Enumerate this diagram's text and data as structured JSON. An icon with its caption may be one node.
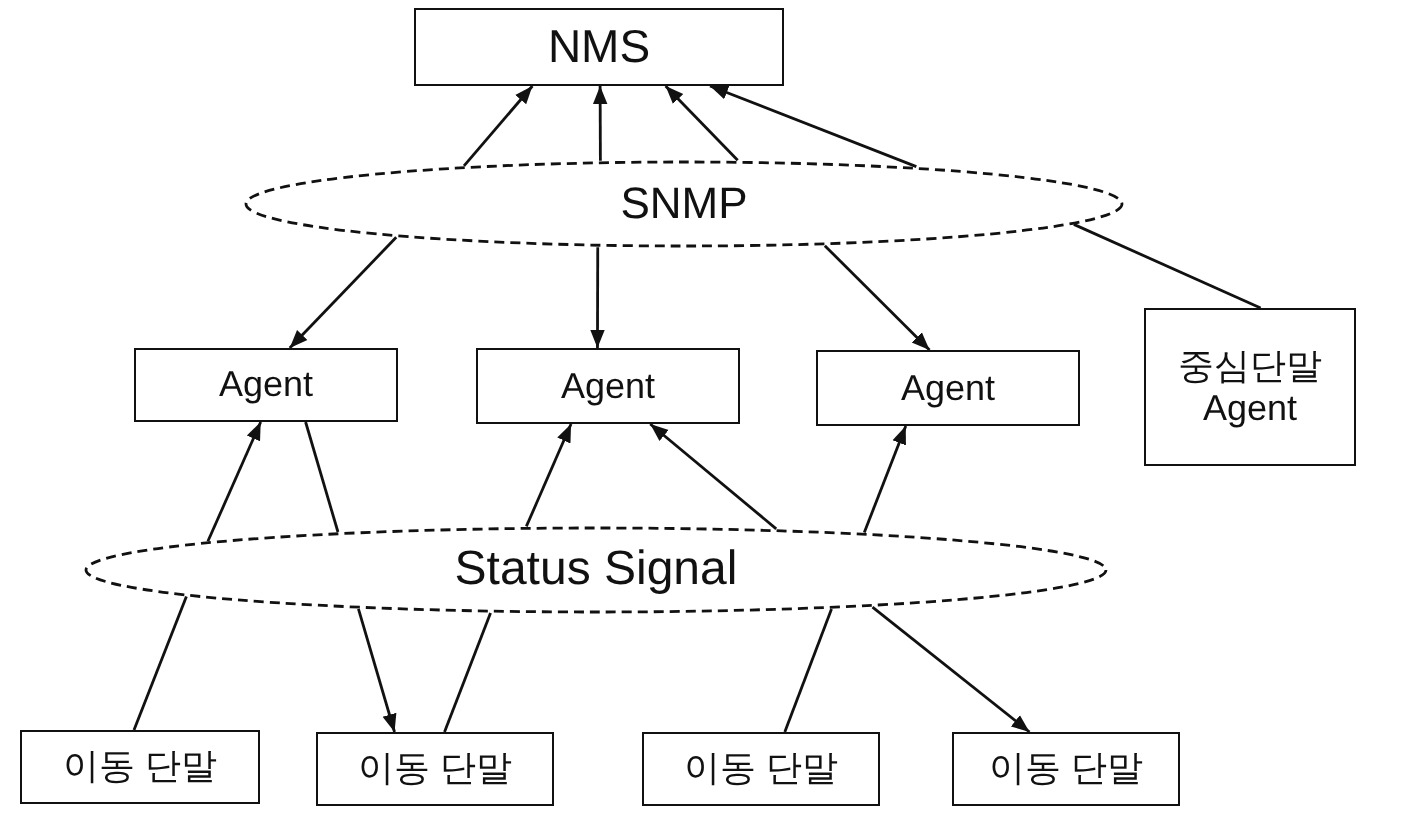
{
  "diagram": {
    "nodes": [
      {
        "text": [
          "NMS"
        ]
      },
      {
        "text": [
          "SNMP"
        ]
      },
      {
        "text": [
          "Agent"
        ]
      },
      {
        "text": [
          "Agent"
        ]
      },
      {
        "text": [
          "Agent"
        ]
      },
      {
        "text": [
          "중심단말 Agent"
        ]
      },
      {
        "text": [
          "Status Signal"
        ]
      },
      {
        "text": [
          "이동 단말"
        ]
      },
      {
        "text": [
          "이동 단말"
        ]
      },
      {
        "text": [
          "이동 단말"
        ]
      },
      {
        "text": [
          "이동 단말"
        ]
      }
    ],
    "edges": [
      {
        "from": 1,
        "to": 0,
        "arrow": "to"
      },
      {
        "from": 1,
        "to": 0,
        "arrow": "to"
      },
      {
        "from": 1,
        "to": 0,
        "arrow": "to"
      },
      {
        "from": 5,
        "to": 1,
        "arrow": "none"
      },
      {
        "from": 1,
        "to": 0,
        "arrow": "to"
      },
      {
        "from": 1,
        "to": 2,
        "arrow": "to"
      },
      {
        "from": 1,
        "to": 3,
        "arrow": "to"
      },
      {
        "from": 1,
        "to": 4,
        "arrow": "to"
      },
      {
        "from": 7,
        "to": 6,
        "arrow": "none"
      },
      {
        "from": 6,
        "to": 2,
        "arrow": "to"
      },
      {
        "from": 2,
        "to": 6,
        "arrow": "none"
      },
      {
        "from": 6,
        "to": 8,
        "arrow": "to"
      },
      {
        "from": 8,
        "to": 6,
        "arrow": "none"
      },
      {
        "from": 6,
        "to": 3,
        "arrow": "to"
      },
      {
        "from": 6,
        "to": 3,
        "arrow": "to"
      },
      {
        "from": 9,
        "to": 6,
        "arrow": "none"
      },
      {
        "from": 6,
        "to": 4,
        "arrow": "to"
      },
      {
        "from": 6,
        "to": 10,
        "arrow": "to"
      }
    ]
  }
}
